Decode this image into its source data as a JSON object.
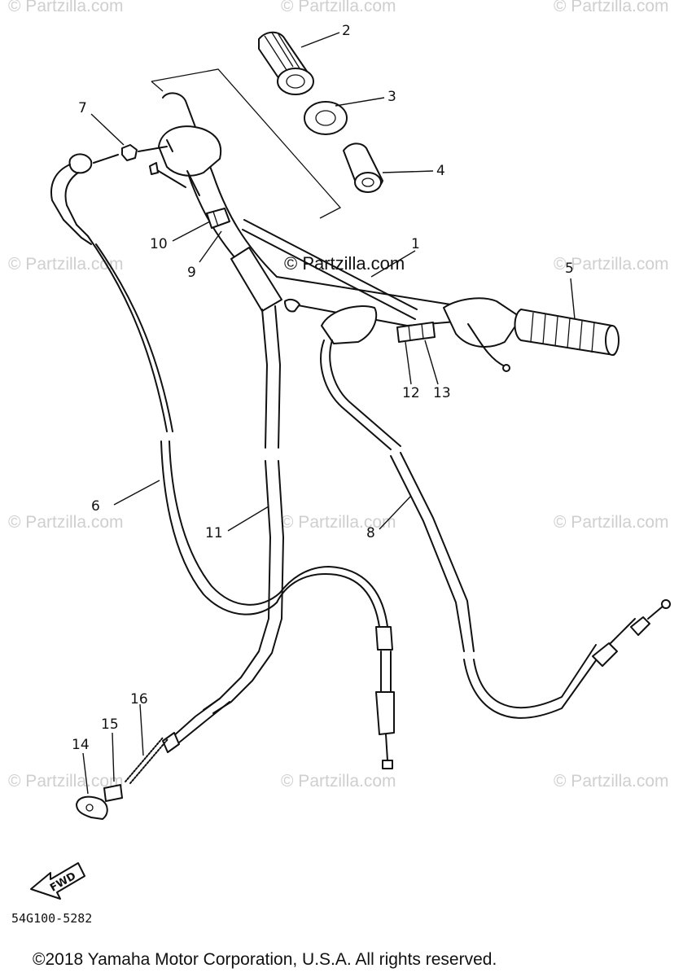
{
  "watermarks": {
    "row1": [
      "© Partzilla.com",
      "© Partzilla.com",
      "© Partzilla.com"
    ],
    "row2": [
      "© Partzilla.com",
      "© Partzilla.com",
      "© Partzilla.com"
    ],
    "row3": [
      "© Partzilla.com",
      "© Partzilla.com",
      "© Partzilla.com"
    ],
    "row4": [
      "© Partzilla.com",
      "© Partzilla.com",
      "© Partzilla.com"
    ],
    "center": "© Partzilla.com"
  },
  "callouts": [
    "1",
    "2",
    "3",
    "4",
    "5",
    "6",
    "7",
    "8",
    "9",
    "10",
    "11",
    "12",
    "13",
    "14",
    "15",
    "16"
  ],
  "fwd_label": "FWD",
  "diagram_code": "54G100-5282",
  "copyright": "©2018  Yamaha Motor Corporation, U.S.A. All rights reserved."
}
